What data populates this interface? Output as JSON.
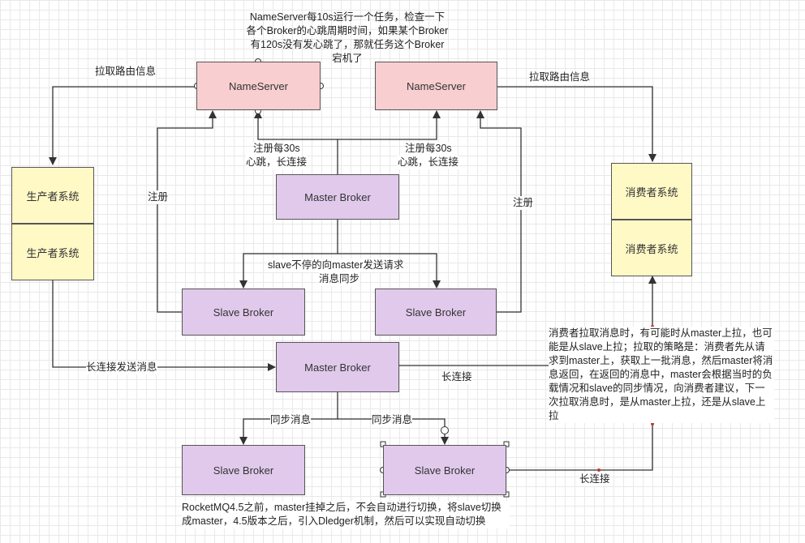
{
  "nodes": {
    "nameserver_left": "NameServer",
    "nameserver_right": "NameServer",
    "producer_1": "生产者系统",
    "producer_2": "生产者系统",
    "consumer_1": "消费者系统",
    "consumer_2": "消费者系统",
    "master_broker_1": "Master Broker",
    "slave_broker_1": "Slave Broker",
    "slave_broker_2": "Slave Broker",
    "master_broker_2": "Master Broker",
    "slave_broker_3": "Slave Broker",
    "slave_broker_4": "Slave Broker"
  },
  "labels": {
    "top_note": "NameServer每10s运行一个任务，检查一下各个Broker的心跳周期时间，如果某个Broker有120s没有发心跳了，那就任务这个Broker宕机了",
    "pull_route_left": "拉取路由信息",
    "pull_route_right": "拉取路由信息",
    "register_left": "注册",
    "register_right": "注册",
    "heartbeat_left_line1": "注册每30s",
    "heartbeat_left_line2": "心跳，长连接",
    "heartbeat_right_line1": "注册每30s",
    "heartbeat_right_line2": "心跳，长连接",
    "sync_request_line1": "slave不停的向master发送请求",
    "sync_request_line2": "消息同步",
    "producer_send": "长连接发送消息",
    "long_conn_1": "长连接",
    "long_conn_2": "长连接",
    "sync_msg_left": "同步消息",
    "sync_msg_right": "同步消息",
    "consumer_note": "消费者拉取消息时，有可能时从master上拉，也可能是从slave上拉；拉取的策略是：消费者先从请求到master上，获取上一批消息，然后master将消息返回，在返回的消息中，master会根据当时的负载情况和slave的同步情况，向消费者建议，下一次拉取消息时，是从master上拉，还是从slave上拉",
    "bottom_note": "RocketMQ4.5之前，master挂掉之后，不会自动进行切换，将slave切换成master，4.5版本之后，引入Dledger机制，然后可以实现自动切换"
  },
  "colors": {
    "nameserver_fill": "#f8ced0",
    "broker_fill": "#e1c9ec",
    "system_fill": "#fff9c6",
    "edge": "#333333",
    "selection_handle": "#c0392b"
  }
}
